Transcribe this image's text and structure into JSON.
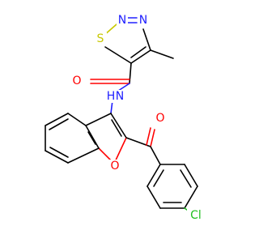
{
  "molecule": {
    "atoms": {
      "s1": {
        "symbol": "S",
        "color": "#c8c800"
      },
      "n2": {
        "symbol": "N",
        "color": "#2020ff"
      },
      "n3": {
        "symbol": "N",
        "color": "#2020ff"
      },
      "o_amide": {
        "symbol": "O",
        "color": "#ff0000"
      },
      "nh": {
        "symbol": "N",
        "color": "#2020ff"
      },
      "h_nh": {
        "symbol": "H",
        "color": "#2020ff"
      },
      "o_ketone": {
        "symbol": "O",
        "color": "#ff0000"
      },
      "o_furan": {
        "symbol": "O",
        "color": "#ff0000"
      },
      "cl": {
        "symbol": "Cl",
        "color": "#1fbf1f"
      }
    }
  }
}
